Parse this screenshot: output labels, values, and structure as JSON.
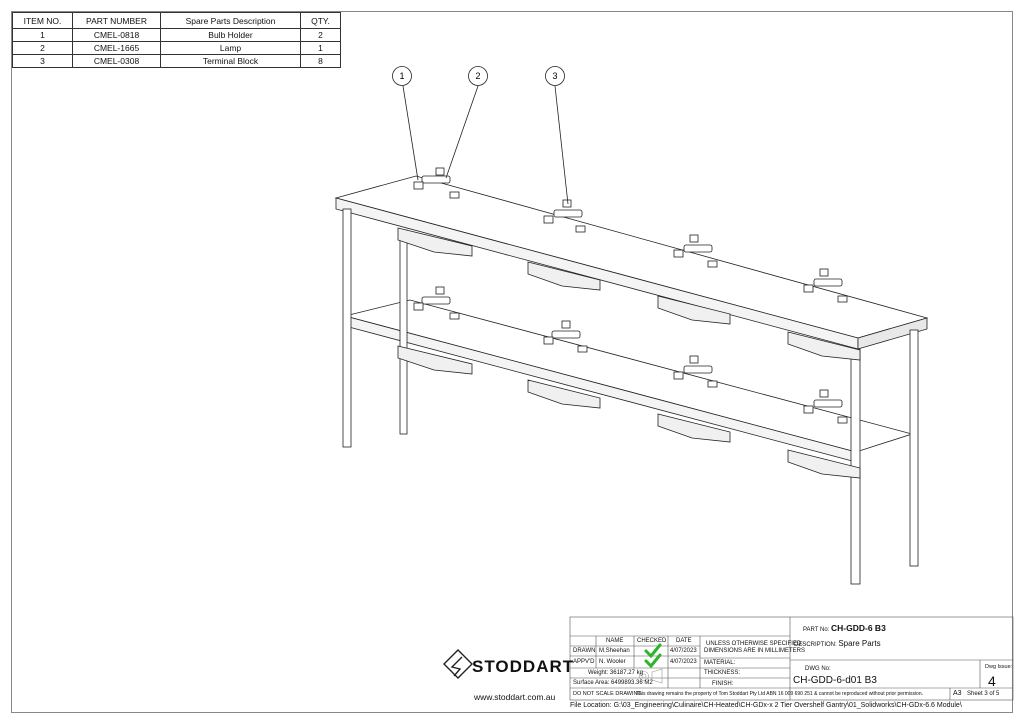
{
  "bom": {
    "headers": [
      "ITEM NO.",
      "PART NUMBER",
      "Spare Parts Description",
      "QTY."
    ],
    "rows": [
      {
        "item": "1",
        "part": "CMEL-0818",
        "desc": "Bulb Holder",
        "qty": "2"
      },
      {
        "item": "2",
        "part": "CMEL-1665",
        "desc": "Lamp",
        "qty": "1"
      },
      {
        "item": "3",
        "part": "CMEL-0308",
        "desc": "Terminal Block",
        "qty": "8"
      }
    ]
  },
  "balloons": [
    "1",
    "2",
    "3"
  ],
  "logo": {
    "name": "STODDART"
  },
  "website": "www.stoddart.com.au",
  "title_block": {
    "col_name": "NAME",
    "col_checked": "CHECKED",
    "col_date": "DATE",
    "drawn_label": "DRAWN",
    "drawn_name": "M.Sheehan",
    "drawn_date": "4/07/2023",
    "apprvd_label": "APPV'D",
    "apprvd_name": "N. Wooler",
    "apprvd_date": "4/07/2023",
    "weight": "Weight: 36187.27 kg",
    "surface_area": "Surface Area: 6499893.36  M2",
    "unless": "UNLESS OTHERWISE SPECIFIED:",
    "dims": "DIMENSIONS ARE IN MILLIMETERS",
    "material": "MATERIAL:",
    "thickness": "THICKNESS:",
    "finish": "FINISH:",
    "part_no_label": "PART No:",
    "part_no": "CH-GDD-6 B3",
    "description_label": "DESCRIPTION:",
    "description": "Spare Parts",
    "dwg_no_label": "DWG No:",
    "dwg_no": "CH-GDD-6-d01 B3",
    "dwg_issue_label": "Dwg Issue:",
    "dwg_issue": "4",
    "do_not_scale": "DO NOT SCALE DRAWING",
    "property_note": "This drawing remains the property of Tom Stoddart Pty Ltd ABN 16 009 690 251 & cannot be reproduced without prior permission.",
    "sheet_size": "A3",
    "sheet": "Sheet 3 of 5"
  },
  "file_location": "File Location: G:\\03_Engineering\\Culinaire\\CH-Heated\\CH-GDx-x 2 Tier Overshelf Gantry\\01_Solidworks\\CH-GDx-6.6 Module\\",
  "colors": {
    "check": "#2bb52b",
    "line": "#222222"
  }
}
